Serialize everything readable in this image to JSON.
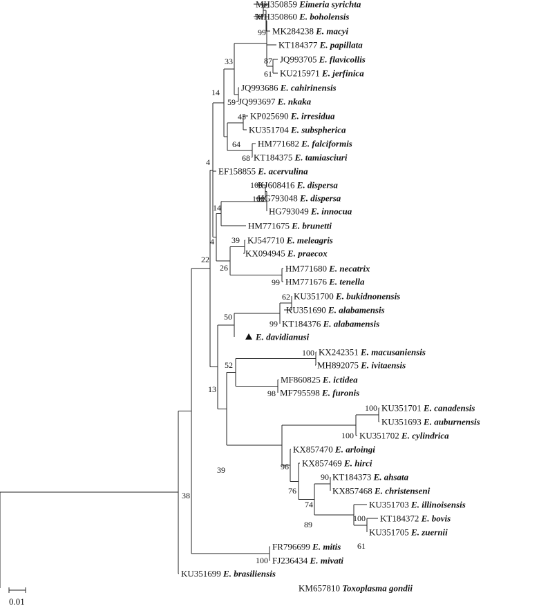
{
  "tree": {
    "marker_color": "#111111",
    "scale_bar": {
      "label": "0.01"
    },
    "tips": [
      {
        "acc": "MH350859",
        "sp": "Eimeria syrichta"
      },
      {
        "acc": "MH350860",
        "sp": "E. boholensis"
      },
      {
        "acc": "MK284238",
        "sp": "E. macyi"
      },
      {
        "acc": "KT184377",
        "sp": "E. papillata"
      },
      {
        "acc": "JQ993705",
        "sp": "E. flavicollis"
      },
      {
        "acc": "KU215971",
        "sp": "E. jerfinica"
      },
      {
        "acc": "JQ993686",
        "sp": "E. cahirinensis"
      },
      {
        "acc": "JQ993697",
        "sp": "E. nkaka"
      },
      {
        "acc": "KP025690",
        "sp": "E. irresidua"
      },
      {
        "acc": "KU351704",
        "sp": "E. subspherica"
      },
      {
        "acc": "HM771682",
        "sp": "E. falciformis"
      },
      {
        "acc": "KT184375",
        "sp": "E. tamiasciuri"
      },
      {
        "acc": "EF158855",
        "sp": "E. acervulina"
      },
      {
        "acc": "KJ608416",
        "sp": "E. dispersa"
      },
      {
        "acc": "HG793048",
        "sp": "E. dispersa"
      },
      {
        "acc": "HG793049",
        "sp": "E. innocua"
      },
      {
        "acc": "HM771675",
        "sp": "E. brunetti"
      },
      {
        "acc": "KJ547710",
        "sp": "E. meleagris"
      },
      {
        "acc": "KX094945",
        "sp": "E. praecox"
      },
      {
        "acc": "HM771680",
        "sp": "E. necatrix"
      },
      {
        "acc": "HM771676",
        "sp": "E. tenella"
      },
      {
        "acc": "KU351700",
        "sp": "E. bukidnonensis"
      },
      {
        "acc": "KU351690",
        "sp": "E. alabamensis"
      },
      {
        "acc": "KT184376",
        "sp": "E. alabamensis"
      },
      {
        "acc": "",
        "sp": "E. davidianusi",
        "marker": "triangle"
      },
      {
        "acc": "KX242351",
        "sp": "E. macusaniensis"
      },
      {
        "acc": "MH892075",
        "sp": "E. ivitaensis"
      },
      {
        "acc": "MF860825",
        "sp": "E. ictidea"
      },
      {
        "acc": "MF795598",
        "sp": "E. furonis"
      },
      {
        "acc": "KU351701",
        "sp": "E. canadensis"
      },
      {
        "acc": "KU351693",
        "sp": "E. auburnensis"
      },
      {
        "acc": "KU351702",
        "sp": "E. cylindrica"
      },
      {
        "acc": "KX857470",
        "sp": "E. arloingi"
      },
      {
        "acc": "KX857469",
        "sp": "E. hirci"
      },
      {
        "acc": "KT184373",
        "sp": "E. ahsata"
      },
      {
        "acc": "KX857468",
        "sp": "E. christenseni"
      },
      {
        "acc": "KU351703",
        "sp": "E. illinoisensis"
      },
      {
        "acc": "KT184372",
        "sp": "E. bovis"
      },
      {
        "acc": "KU351705",
        "sp": "E. zuernii"
      },
      {
        "acc": "FR796699",
        "sp": "E. mitis"
      },
      {
        "acc": "FJ236434",
        "sp": "E. mivati"
      },
      {
        "acc": "KU351699",
        "sp": "E. brasiliensis"
      },
      {
        "acc": "KM657810",
        "sp": "Toxoplasma gondii"
      }
    ],
    "bootstrap": [
      "99",
      "59",
      "99",
      "87",
      "61",
      "33",
      "59",
      "14",
      "45",
      "64",
      "68",
      "4",
      "100",
      "100",
      "14",
      "39",
      "26",
      "99",
      "4",
      "22",
      "62",
      "99",
      "50",
      "100",
      "52",
      "98",
      "13",
      "100",
      "100",
      "96",
      "90",
      "76",
      "74",
      "89",
      "100",
      "61",
      "39",
      "38",
      "100"
    ]
  }
}
